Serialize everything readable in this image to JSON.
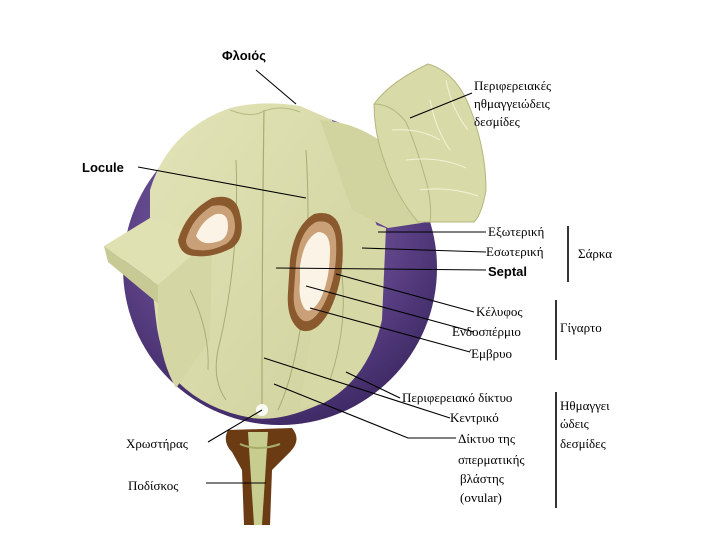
{
  "labels": {
    "floios": "Φλοιός",
    "peripheral_bundles": [
      "Περιφερειακές",
      "ηθμαγγειώδεις",
      "δεσμίδες"
    ],
    "locule": "Locule",
    "exoteriki": "Εξωτερική",
    "esoteriki": "Εσωτερική",
    "septal": "Septal",
    "sarka": "Σάρκα",
    "kelyfos": "Κέλυφος",
    "endosperm": "Ενδοσπέρμιο",
    "embryo": "Έμβρυο",
    "gigarto": "Γίγαρτο",
    "peripheral_net": "Περιφερειακό δίκτυο",
    "central": "Κεντρικό",
    "ovular": [
      "Δίκτυο της",
      "σπερματικής",
      "βλάστης",
      "(ovular)"
    ],
    "vascular_group": [
      "Ηθμαγγει",
      "ώδεις",
      "δεσμίδες"
    ],
    "brush": "Χρωστήρας",
    "pedicel": "Ποδίσκος"
  },
  "colors": {
    "skin": "#5b3f86",
    "skin_light": "#8a73ad",
    "flesh": "#d9dbac",
    "flesh_dark": "#c3c592",
    "flesh_line": "#a9ab74",
    "seed_coat": "#8a5a2e",
    "endosperm": "#c9a078",
    "embryo": "#fbf4e6",
    "pedicel": "#6b3b14",
    "pedicel_green": "#c7cd8e"
  }
}
